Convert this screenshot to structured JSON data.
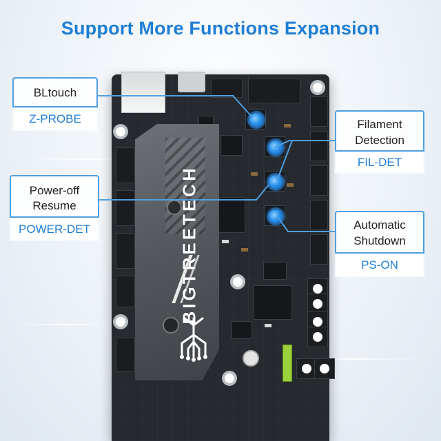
{
  "title": "Support More Functions Expansion",
  "board": {
    "brand": "BIGTREETECH"
  },
  "callouts": {
    "bltouch": {
      "label": "BLtouch",
      "tag": "Z-PROBE"
    },
    "filament": {
      "label_line1": "Filament",
      "label_line2": "Detection",
      "tag": "FIL-DET"
    },
    "power_off": {
      "label_line1": "Power-off",
      "label_line2": "Resume",
      "tag": "POWER-DET"
    },
    "shutdown": {
      "label_line1": "Automatic",
      "label_line2": "Shutdown",
      "tag": "PS-ON"
    }
  },
  "colors": {
    "accent": "#1e7ed6",
    "callout_border": "#4f9fe0",
    "board": "#262a2e",
    "heatsink": "#55595e",
    "fuse": "#9bd13a"
  }
}
